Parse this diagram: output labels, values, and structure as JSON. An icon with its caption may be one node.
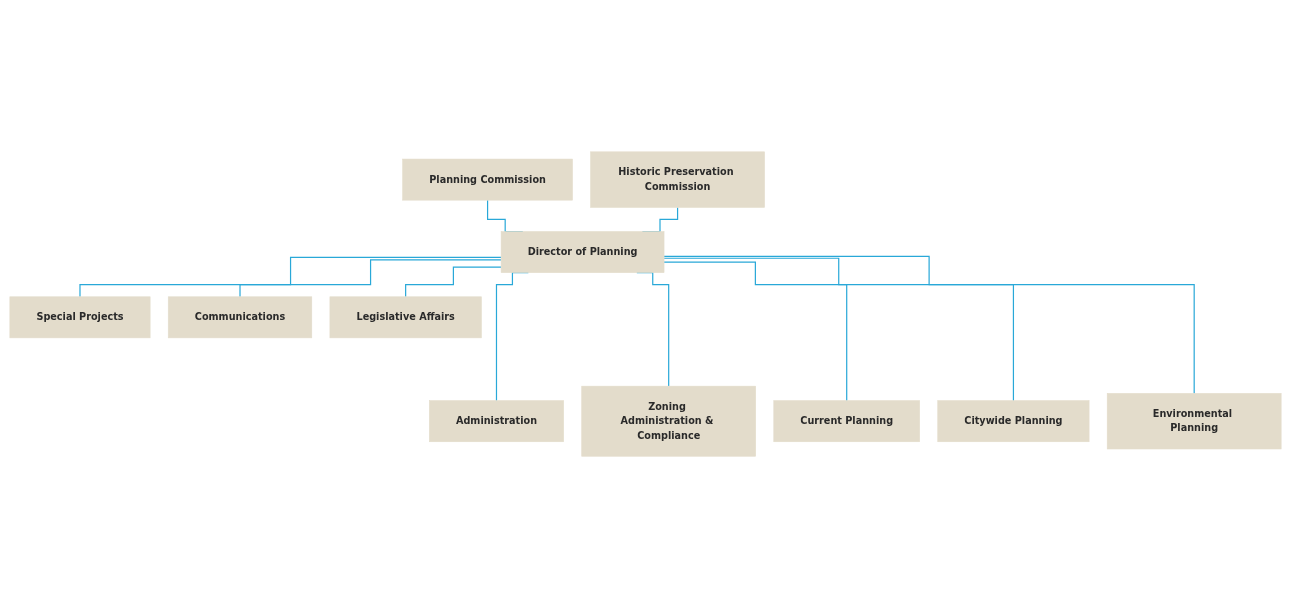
{
  "diagram": {
    "nodes": [
      {
        "text": [
          "Planning Commission"
        ]
      },
      {
        "text": [
          "Historic Preservation Commission"
        ]
      },
      {
        "text": [
          "Director of Planning"
        ]
      },
      {
        "text": [
          "Special Projects"
        ]
      },
      {
        "text": [
          "Communications"
        ]
      },
      {
        "text": [
          "Legislative Affairs"
        ]
      },
      {
        "text": [
          "Administration"
        ]
      },
      {
        "text": [
          "Zoning Administration & Compliance"
        ]
      },
      {
        "text": [
          "Current Planning"
        ]
      },
      {
        "text": [
          "Citywide Planning"
        ]
      },
      {
        "text": [
          "Environmental Planning"
        ]
      }
    ],
    "edges": [
      {
        "from": 0,
        "to": 2,
        "arrow": "none"
      },
      {
        "from": 1,
        "to": 2,
        "arrow": "none"
      },
      {
        "from": 2,
        "to": 3,
        "arrow": "none"
      },
      {
        "from": 2,
        "to": 4,
        "arrow": "none"
      },
      {
        "from": 2,
        "to": 5,
        "arrow": "none"
      },
      {
        "from": 2,
        "to": 6,
        "arrow": "none"
      },
      {
        "from": 2,
        "to": 7,
        "arrow": "none"
      },
      {
        "from": 2,
        "to": 8,
        "arrow": "none"
      },
      {
        "from": 2,
        "to": 9,
        "arrow": "none"
      },
      {
        "from": 2,
        "to": 10,
        "arrow": "none"
      }
    ]
  }
}
